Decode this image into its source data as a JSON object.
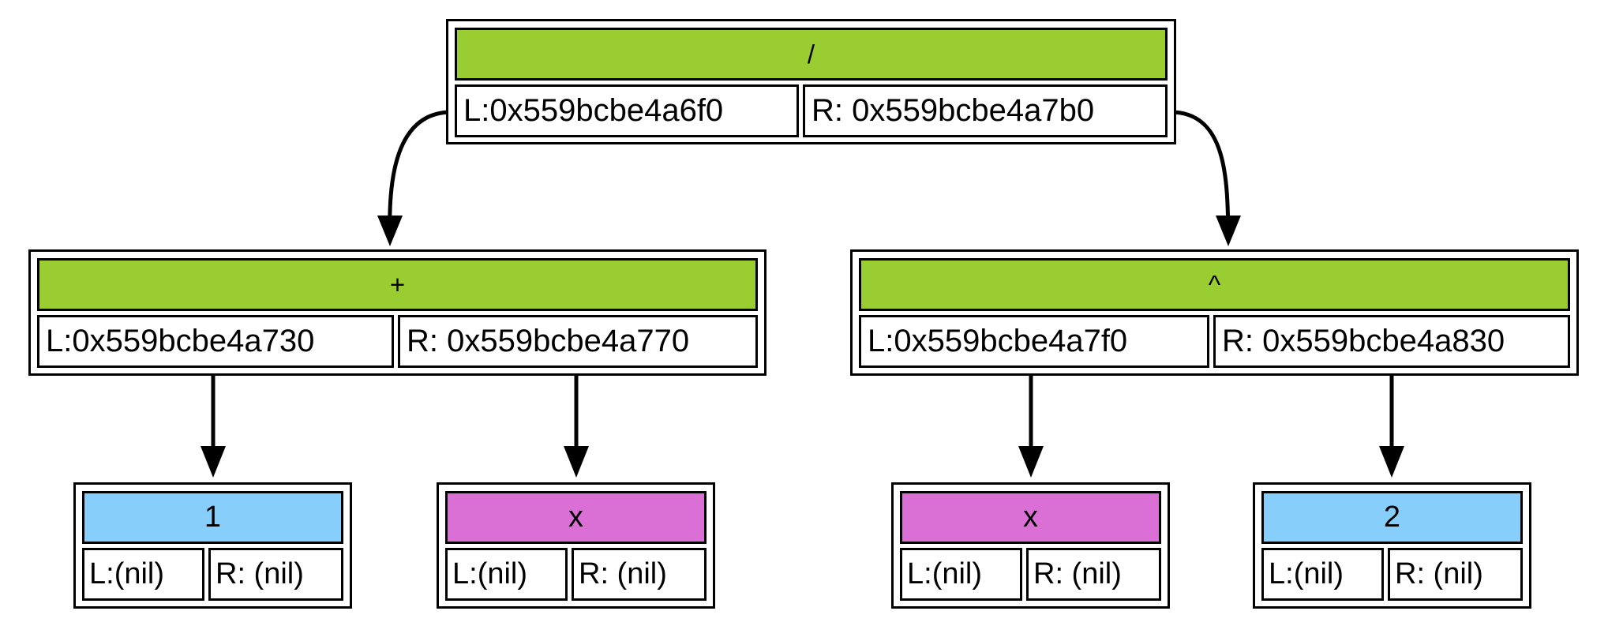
{
  "nodes": {
    "root": {
      "label": "/",
      "left": "L:0x559bcbe4a6f0",
      "right": "R: 0x559bcbe4a7b0",
      "color": "#9acd32"
    },
    "plus": {
      "label": "+",
      "left": "L:0x559bcbe4a730",
      "right": "R: 0x559bcbe4a770",
      "color": "#9acd32"
    },
    "pow": {
      "label": "^",
      "left": "L:0x559bcbe4a7f0",
      "right": "R: 0x559bcbe4a830",
      "color": "#9acd32"
    },
    "one": {
      "label": "1",
      "left": "L:(nil)",
      "right": "R: (nil)",
      "color": "#87cefa"
    },
    "x1": {
      "label": "x",
      "left": "L:(nil)",
      "right": "R: (nil)",
      "color": "#da70d6"
    },
    "x2": {
      "label": "x",
      "left": "L:(nil)",
      "right": "R: (nil)",
      "color": "#da70d6"
    },
    "two": {
      "label": "2",
      "left": "L:(nil)",
      "right": "R: (nil)",
      "color": "#87cefa"
    }
  },
  "edges": [
    {
      "from": "root",
      "side": "left",
      "to": "plus"
    },
    {
      "from": "root",
      "side": "right",
      "to": "pow"
    },
    {
      "from": "plus",
      "side": "left",
      "to": "one"
    },
    {
      "from": "plus",
      "side": "right",
      "to": "x1"
    },
    {
      "from": "pow",
      "side": "left",
      "to": "x2"
    },
    {
      "from": "pow",
      "side": "right",
      "to": "two"
    }
  ]
}
